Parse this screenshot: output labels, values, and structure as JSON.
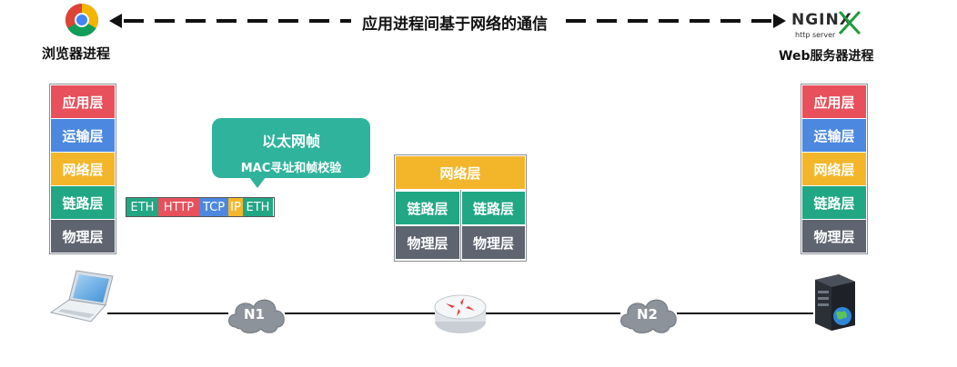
{
  "top_caption": "应用进程间基于网络的通信",
  "left_title": "浏览器进程",
  "right_title": "Web服务器进程",
  "nginx_logo": {
    "main": "NGINX",
    "sub": "http server"
  },
  "left_stack": [
    "应用层",
    "运输层",
    "网络层",
    "链路层",
    "物理层"
  ],
  "right_stack": [
    "应用层",
    "运输层",
    "网络层",
    "链路层",
    "物理层"
  ],
  "router_stack": {
    "top": "网络层",
    "left": [
      "链路层",
      "物理层"
    ],
    "right": [
      "链路层",
      "物理层"
    ]
  },
  "frame_bubble": {
    "title": "以太网帧",
    "subtitle": "MAC寻址和帧校验"
  },
  "frame_segments": [
    "ETH",
    "HTTP",
    "TCP",
    "IP",
    "ETH"
  ],
  "networks": [
    "N1",
    "N2"
  ],
  "colors": {
    "app": "#e8505b",
    "transport": "#4d88e0",
    "network": "#f3b62b",
    "link": "#21a784",
    "physical": "#5e6470",
    "bubble": "#2fb39c"
  },
  "icons": [
    "chrome-icon",
    "laptop-icon",
    "cloud-icon",
    "router-icon",
    "server-icon",
    "nginx-logo"
  ]
}
